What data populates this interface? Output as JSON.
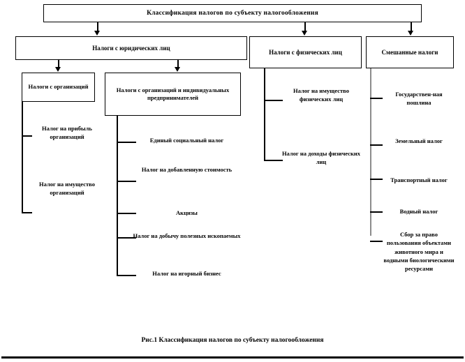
{
  "title_box": {
    "label": "Классификация налогов по субъекту налогообложения"
  },
  "level2": [
    {
      "label": "Налоги с юридических лиц"
    },
    {
      "label": "Налоги с физических лиц"
    },
    {
      "label": "Смешанные налоги"
    }
  ],
  "level3": [
    {
      "label": "Налоги с организаций"
    },
    {
      "label": "Налоги с организаций и индивидуальных предпринимателей"
    }
  ],
  "org_taxes": [
    {
      "label": "Налог на прибыль организаций"
    },
    {
      "label": "Налог на имущество организаций"
    }
  ],
  "org_ip_taxes": [
    {
      "label": "Единый социальный налог"
    },
    {
      "label": "Налог на добавленную стоимость"
    },
    {
      "label": "Акцизы"
    },
    {
      "label": "Налог на добычу полезных ископаемых"
    },
    {
      "label": "Налог на игорный бизнес"
    }
  ],
  "individual_taxes": [
    {
      "label": "Налог на имущество физических лиц"
    },
    {
      "label": "Налог на доходы физических лиц"
    }
  ],
  "mixed_taxes": [
    {
      "label": "Государствен-ная пошлина"
    },
    {
      "label": "Земельный налог"
    },
    {
      "label": "Транспортный налог"
    },
    {
      "label": "Водный налог"
    },
    {
      "label": "Сбор за право пользования объектами животного мира и водными биологическими ресурсами"
    }
  ],
  "caption": {
    "text": "Рис.1 Классификация налогов по субъекту налогообложения"
  },
  "colors": {
    "line": "#000000",
    "line_gray": "#8c8c8c",
    "text": "#000000",
    "background": "#ffffff"
  }
}
